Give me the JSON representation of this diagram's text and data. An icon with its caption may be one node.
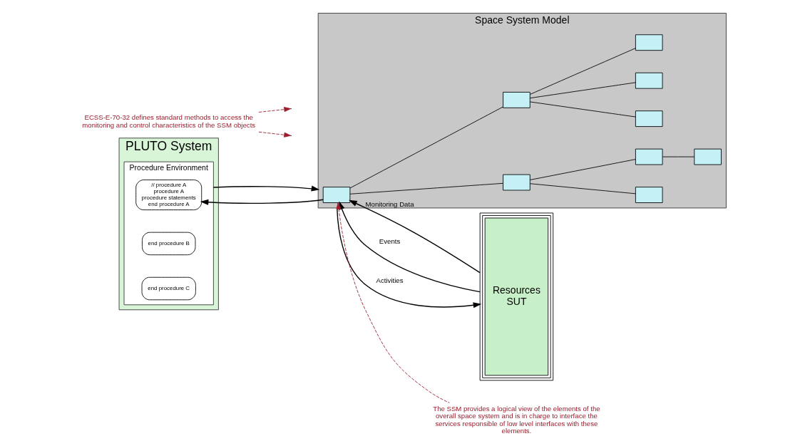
{
  "diagram": {
    "nodes": [
      {
        "text": [
          "PLUTO System"
        ]
      },
      {
        "text": [
          "Procedure Environment"
        ],
        "in": 0
      },
      {
        "text": [
          "// procedure A",
          "procedure A",
          "procedure statements",
          "end procedure A"
        ],
        "in": 1
      },
      {
        "text": [
          "end procedure B"
        ],
        "in": 1
      },
      {
        "text": [
          "end procedure C"
        ],
        "in": 1
      },
      {
        "text": [
          "Space System Model"
        ]
      },
      {
        "text": [],
        "shape": "box",
        "in": 5
      },
      {
        "text": [],
        "shape": "box",
        "in": 5
      },
      {
        "text": [],
        "shape": "box",
        "in": 5
      },
      {
        "text": [],
        "shape": "box",
        "in": 5
      },
      {
        "text": [],
        "shape": "box",
        "in": 5
      },
      {
        "text": [],
        "shape": "box",
        "in": 5
      },
      {
        "text": [],
        "shape": "box",
        "in": 5
      },
      {
        "text": [],
        "shape": "box",
        "in": 5
      },
      {
        "text": [],
        "shape": "box",
        "in": 5
      },
      {
        "text": [
          "Resources",
          "SUT"
        ]
      },
      {
        "text": [
          "ECSS-E-70-32 defines standard methods to access the monitoring and control characteristics of the SSM objects"
        ]
      },
      {
        "text": [
          "The SSM provides a logical view of the elements of the overall space system and is in charge to interface the services responsible of low level interfaces with these elements."
        ]
      }
    ],
    "edges": [
      {
        "from": 5,
        "to": 1,
        "arrow": "to"
      },
      {
        "from": 1,
        "to": 5,
        "arrow": "to"
      },
      {
        "from": 15,
        "to": 5,
        "arrow": "to",
        "label": "Monitoring Data"
      },
      {
        "from": 15,
        "to": 5,
        "arrow": "to",
        "label": "Events"
      },
      {
        "from": 5,
        "to": 15,
        "arrow": "to",
        "label": "Activities"
      },
      {
        "from": 6,
        "to": 7,
        "arrow": "none"
      },
      {
        "from": 6,
        "to": 8,
        "arrow": "none"
      },
      {
        "from": 7,
        "to": 9,
        "arrow": "none"
      },
      {
        "from": 7,
        "to": 11,
        "arrow": "none"
      },
      {
        "from": 11,
        "to": 13,
        "arrow": "none"
      },
      {
        "from": 8,
        "to": 10,
        "arrow": "none"
      },
      {
        "from": 8,
        "to": 12,
        "arrow": "none"
      },
      {
        "from": 8,
        "to": 14,
        "arrow": "none"
      },
      {
        "from": 16,
        "to": null,
        "arrow": "to",
        "style": "dashed",
        "color": "#9b1c2c"
      },
      {
        "from": 16,
        "to": null,
        "arrow": "to",
        "style": "dashed",
        "color": "#9b1c2c"
      },
      {
        "from": 17,
        "to": 5,
        "arrow": "to",
        "style": "dashed",
        "color": "#9b1c2c"
      }
    ]
  }
}
